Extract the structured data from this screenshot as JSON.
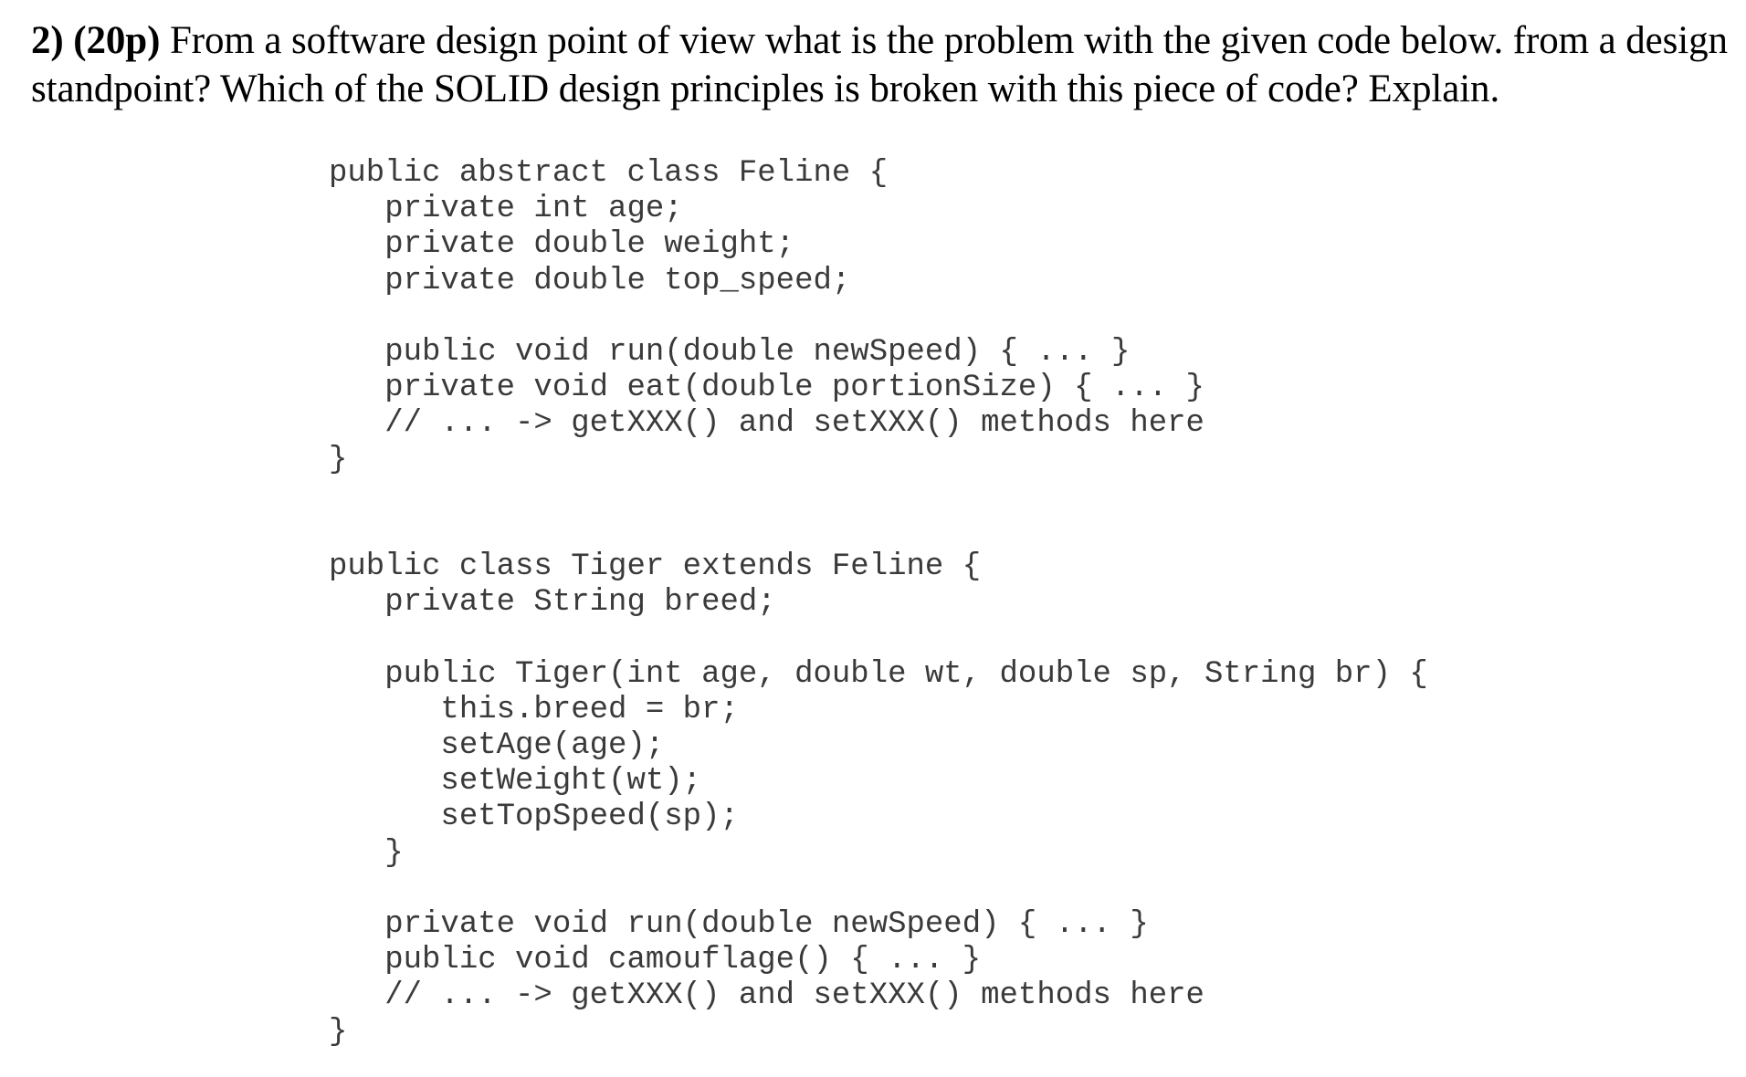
{
  "question": {
    "number": "2) (20p)",
    "text": " From a software design point of view what is the problem with the given code below. from a design standpoint? Which of the SOLID design principles is broken with this piece of code? Explain."
  },
  "code": {
    "lines": [
      "public abstract class Feline {",
      "   private int age;",
      "   private double weight;",
      "   private double top_speed;",
      "",
      "   public void run(double newSpeed) { ... }",
      "   private void eat(double portionSize) { ... }",
      "   // ... -> getXXX() and setXXX() methods here",
      "}",
      "",
      "",
      "public class Tiger extends Feline {",
      "   private String breed;",
      "",
      "   public Tiger(int age, double wt, double sp, String br) {",
      "      this.breed = br;",
      "      setAge(age);",
      "      setWeight(wt);",
      "      setTopSpeed(sp);",
      "   }",
      "",
      "   private void run(double newSpeed) { ... }",
      "   public void camouflage() { ... }",
      "   // ... -> getXXX() and setXXX() methods here",
      "}"
    ]
  }
}
